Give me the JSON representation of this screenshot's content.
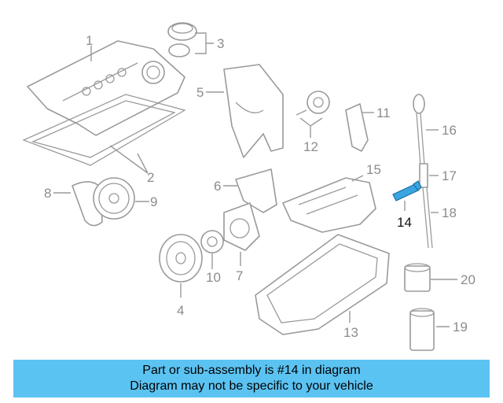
{
  "callouts": {
    "c1": "1",
    "c2": "2",
    "c3": "3",
    "c4": "4",
    "c5": "5",
    "c6": "6",
    "c7": "7",
    "c8": "8",
    "c9": "9",
    "c10": "10",
    "c11": "11",
    "c12": "12",
    "c13": "13",
    "c14": "14",
    "c15": "15",
    "c16": "16",
    "c17": "17",
    "c18": "18",
    "c19": "19",
    "c20": "20"
  },
  "highlight": {
    "part": "14",
    "color": "#3aa5e0"
  },
  "banner": {
    "line1": "Part or sub-assembly is #14 in diagram",
    "line2": "Diagram may not be specific to your vehicle",
    "color": "#5bc3f2"
  }
}
